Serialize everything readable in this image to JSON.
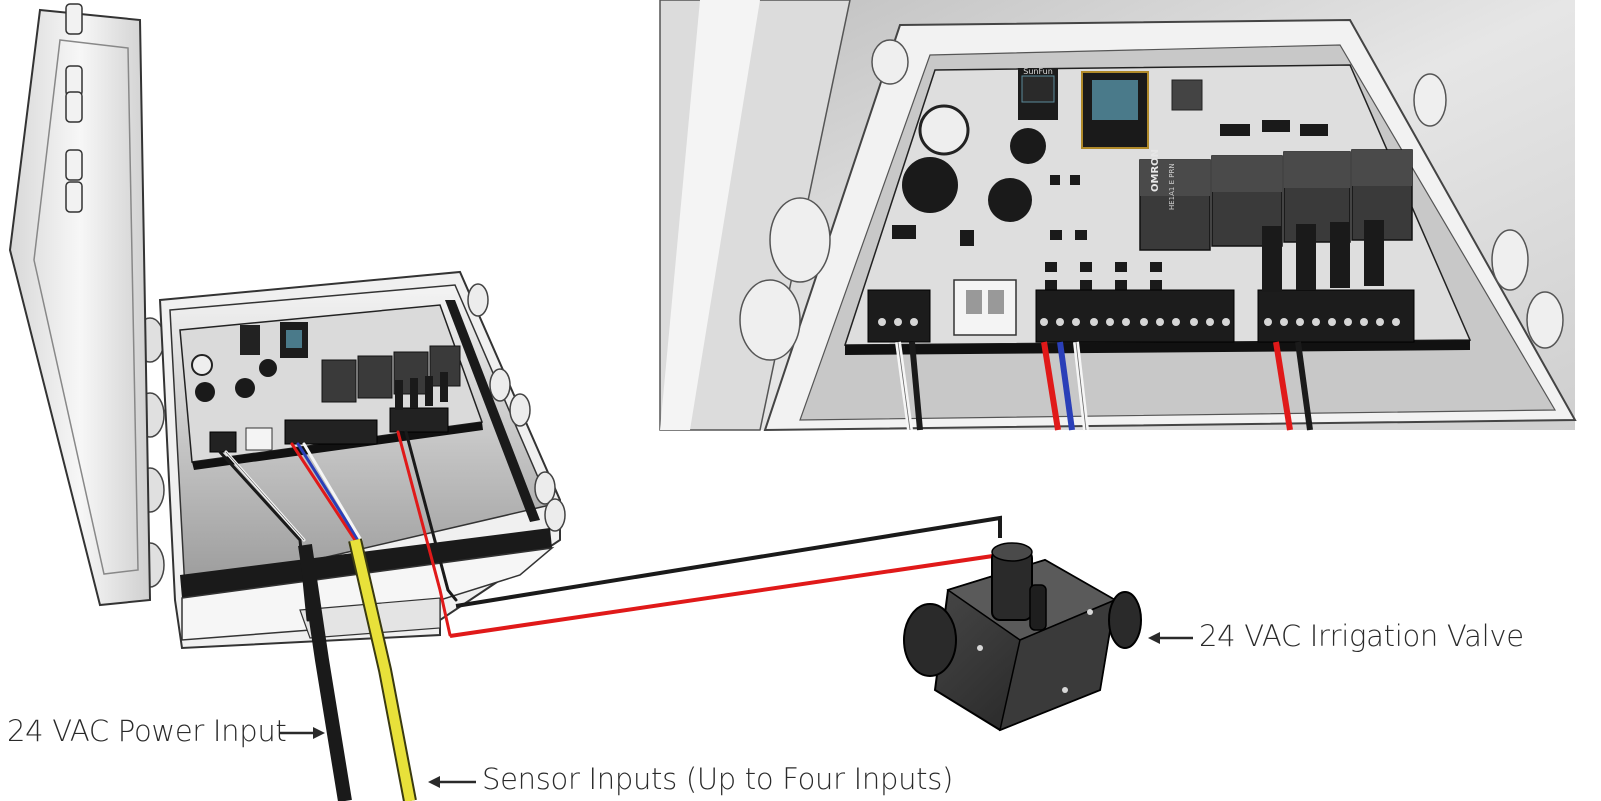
{
  "labels": {
    "power_input": "24 VAC Power Input",
    "sensor_inputs": "Sensor Inputs (Up to Four Inputs)",
    "irrigation_valve": "24 VAC Irrigation Valve"
  },
  "board": {
    "relay_brand": "OMRON",
    "relay_model": "HE1A1 E PRN",
    "module_marking": "SunFun"
  },
  "colors": {
    "wire_red": "#e01919",
    "wire_black": "#1a1a1a",
    "wire_blue": "#2a3fb8",
    "wire_white": "#f2f2f2",
    "sensor_cable": "#e8e13a",
    "pcb": "#dcdcdc",
    "relay": "#3a3a3a",
    "enclosure": "#e9e9e9"
  }
}
